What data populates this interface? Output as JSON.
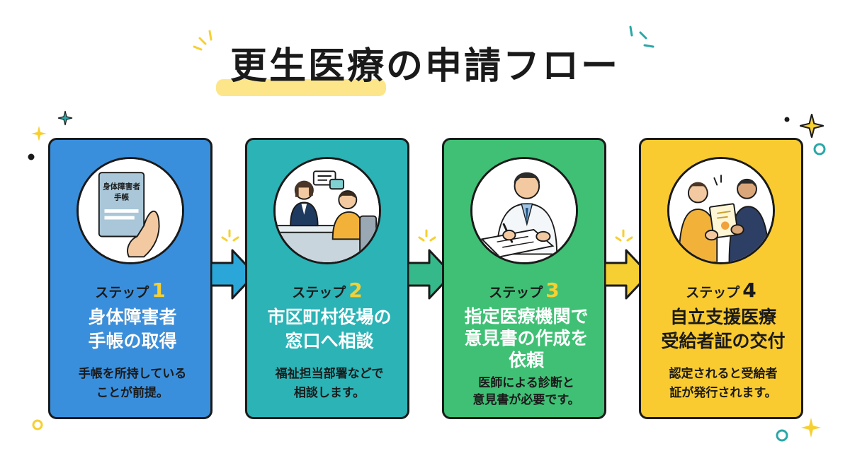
{
  "title": "更生医療の申請フロー",
  "colors": {
    "step1": "#3a8fdc",
    "step2": "#2bb3b6",
    "step3": "#3fc075",
    "step4": "#f9cb30",
    "accent_yellow": "#f6d032",
    "accent_teal": "#2aa7a7"
  },
  "steps": [
    {
      "label": "ステップ",
      "number": "1",
      "title": "身体障害者\n手帳の取得",
      "description": "手帳を所持している\nことが前提。",
      "card_text": "身体障害者\n手帳"
    },
    {
      "label": "ステップ",
      "number": "2",
      "title": "市区町村役場の\n窓口へ相談",
      "description": "福祉担当部署などで\n相談します。"
    },
    {
      "label": "ステップ",
      "number": "3",
      "title": "指定医療機関で\n意見書の作成を\n依頼",
      "description": "医師による診断と\n意見書が必要です。"
    },
    {
      "label": "ステップ",
      "number": "4",
      "title": "自立支援医療\n受給者証の交付",
      "description": "認定されると受給者\n証が発行されます。"
    }
  ],
  "icons": {
    "step1": "handbook-card-icon",
    "step2": "consultation-icon",
    "step3": "doctor-writing-icon",
    "step4": "certificate-handover-icon"
  }
}
